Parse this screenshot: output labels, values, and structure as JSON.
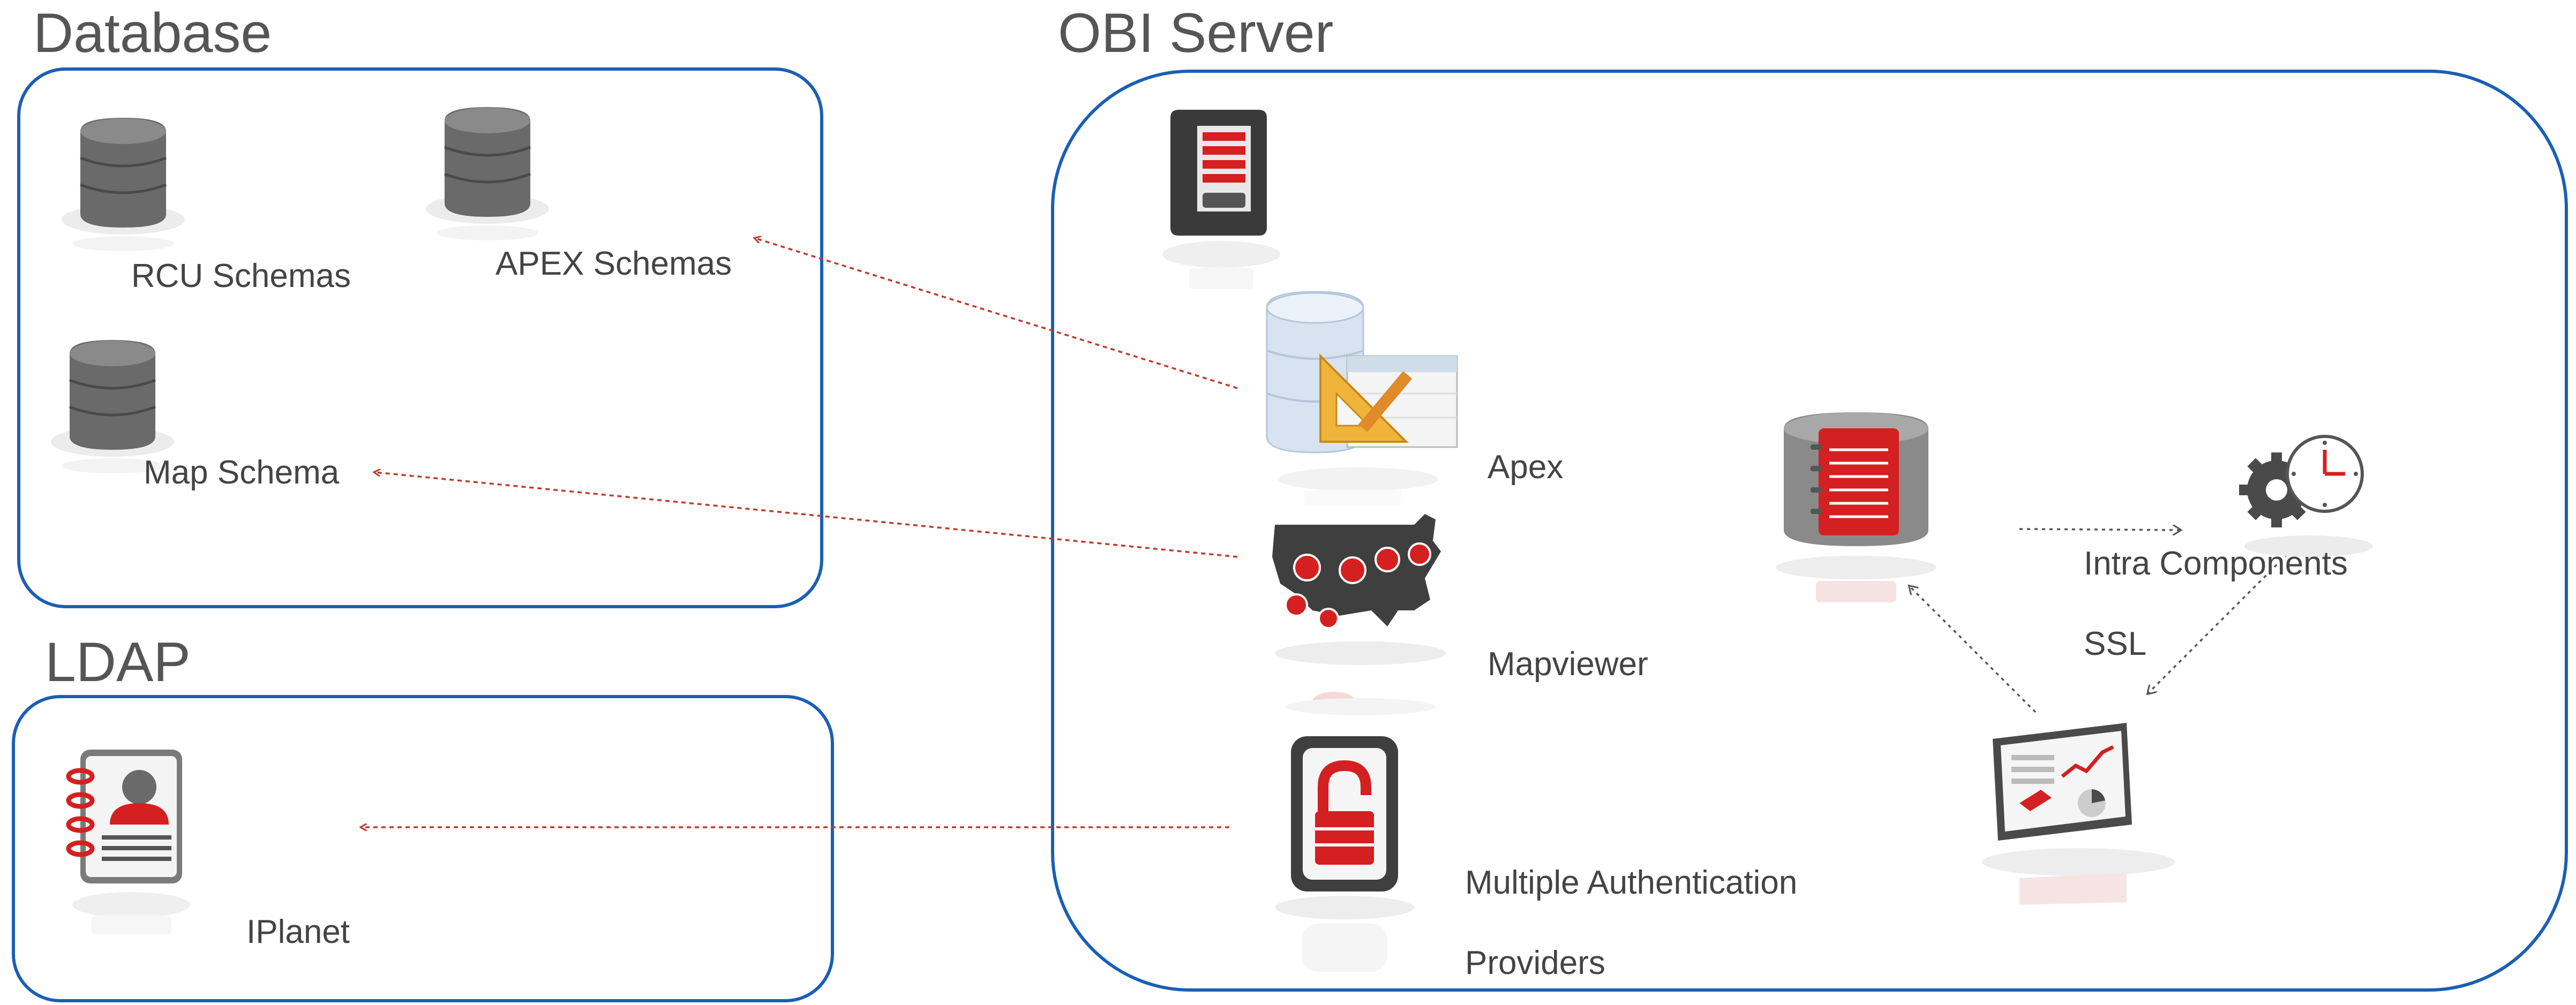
{
  "groups": {
    "database": {
      "title": "Database"
    },
    "obi": {
      "title": "OBI Server"
    },
    "ldap": {
      "title": "LDAP"
    }
  },
  "labels": {
    "rcu": "RCU Schemas",
    "apex_schemas": "APEX Schemas",
    "map_schema": "Map Schema",
    "iplanet": "IPlanet",
    "apex": "Apex",
    "mapviewer": "Mapviewer",
    "auth_line1": "Multiple Authentication",
    "auth_line2": "Providers",
    "intra": "Intra Components",
    "ssl": "SSL"
  },
  "colors": {
    "box_border": "#1a5fb4",
    "accent_red": "#d42020",
    "arrow_red": "#c0392b",
    "arrow_gray": "#666666",
    "icon_gray": "#6e6e6e"
  },
  "icons": [
    "database-cylinder-icon",
    "address-book-icon",
    "server-tower-icon",
    "database-design-icon",
    "usa-map-icon",
    "padlock-icon",
    "notebook-cylinder-icon",
    "gear-clock-icon",
    "dashboard-icon"
  ]
}
